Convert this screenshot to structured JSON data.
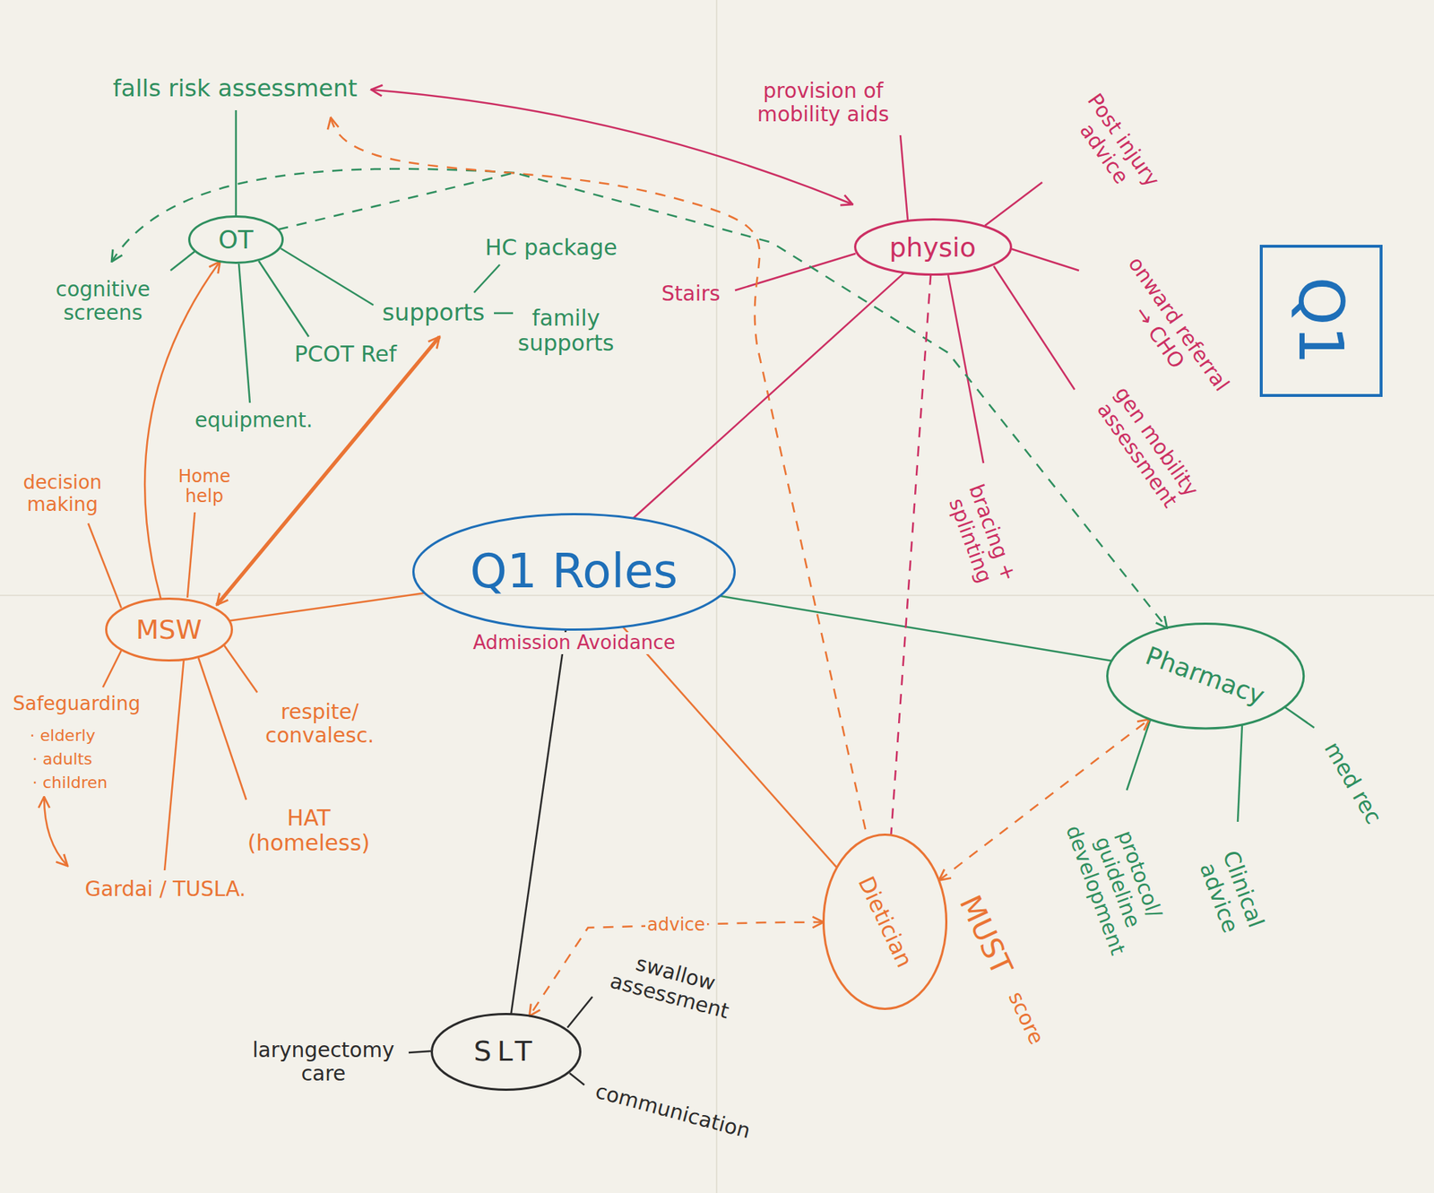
{
  "diagram": {
    "nodes": [
      {
        "text": [
          "OT"
        ]
      },
      {
        "text": [
          "physio"
        ]
      },
      {
        "text": [
          "Q1"
        ]
      },
      {
        "text": [
          "Q1 Roles",
          "Admission Avoidance"
        ]
      },
      {
        "text": [
          "MSW"
        ]
      },
      {
        "text": [
          "Pharmacy"
        ]
      },
      {
        "text": [
          "Dietician"
        ]
      },
      {
        "text": [
          "SLT"
        ]
      }
    ],
    "edges": [
      {
        "from": 3,
        "to": 4,
        "arrow": "none"
      },
      {
        "from": 3,
        "to": 1,
        "arrow": "none"
      },
      {
        "from": 3,
        "to": 5,
        "arrow": "none"
      },
      {
        "from": 3,
        "to": 6,
        "arrow": "none"
      },
      {
        "from": 3,
        "to": 7,
        "arrow": "none"
      },
      {
        "from": 4,
        "to": 0,
        "arrow": "to"
      },
      {
        "from": 0,
        "to": 5,
        "arrow": "to"
      },
      {
        "from": 1,
        "to": 6,
        "arrow": "none"
      },
      {
        "from": 6,
        "to": 5,
        "arrow": "both"
      },
      {
        "from": 6,
        "to": 7,
        "arrow": "both",
        "label": "advice"
      }
    ],
    "labels": [
      "falls risk assessment",
      "provision of mobility aids",
      "Post injury advice",
      "cognitive screens",
      "HC package",
      "supports",
      "family supports",
      "Stairs",
      "onward referral → CHO",
      "gen mobility assessment",
      "bracing + splinting",
      "PCOT Ref",
      "equipment.",
      "decision making",
      "Home help",
      "respite/ convalesc.",
      "Safeguarding",
      "· elderly",
      "· adults",
      "· children",
      "HAT (homeless)",
      "Gardai / TUSLA.",
      "MUST",
      "score",
      "protocol/ guideline development",
      "Clinical advice",
      "med rec",
      "swallow assessment",
      "laryngectomy care",
      "communication"
    ]
  }
}
